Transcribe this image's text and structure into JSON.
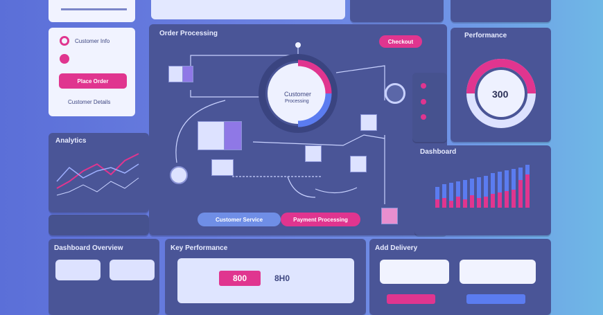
{
  "order_processing": {
    "title": "Order Processing",
    "center_text": "Customer",
    "center_sub": "Processing",
    "top_pill": "Checkout"
  },
  "performance": {
    "title": "Performance",
    "gauge_value": "300",
    "gauge_level": 0.7
  },
  "analytics": {
    "title": "Analytics"
  },
  "dashboard": {
    "title": "Dashboard"
  },
  "dashboard_overview": {
    "title": "Dashboard Overview"
  },
  "key_performance": {
    "title": "Key Performance",
    "kpi_value": "800",
    "kpi_value2": "8H0"
  },
  "add_delivery": {
    "title": "Add Delivery"
  },
  "bottom_buttons": {
    "left": "Customer Service",
    "right": "Payment Processing"
  },
  "left_card": {
    "item1": "Customer Info",
    "button": "Place Order",
    "footer": "Customer Details"
  },
  "colors": {
    "accent_pink": "#e0358f",
    "accent_blue": "#5b7cf0",
    "panel": "#4a5597"
  },
  "chart_data": {
    "type": "bar",
    "title": "Dashboard",
    "series": [
      {
        "name": "",
        "values": [
          30,
          34,
          36,
          38,
          40,
          42,
          44,
          46,
          50,
          52,
          54,
          56,
          58,
          62
        ]
      },
      {
        "name": "",
        "values": [
          12,
          14,
          10,
          16,
          12,
          18,
          14,
          16,
          20,
          22,
          24,
          26,
          40,
          48
        ]
      }
    ]
  }
}
